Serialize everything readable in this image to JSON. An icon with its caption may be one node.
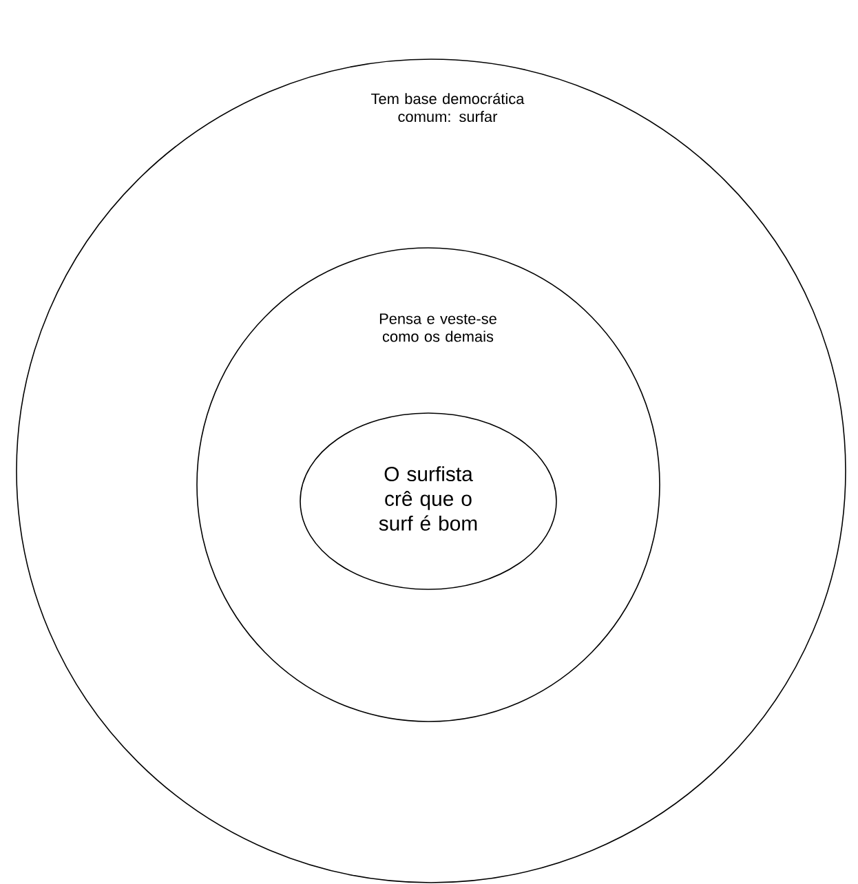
{
  "diagram": {
    "nodes": [
      {
        "text": [
          "Tem base democrática comum: surfar"
        ]
      },
      {
        "text": [
          "Pensa e veste-se como os demais"
        ],
        "in": 0
      },
      {
        "text": [
          "O surfista crê que o surf é bom"
        ],
        "in": 1
      }
    ]
  }
}
